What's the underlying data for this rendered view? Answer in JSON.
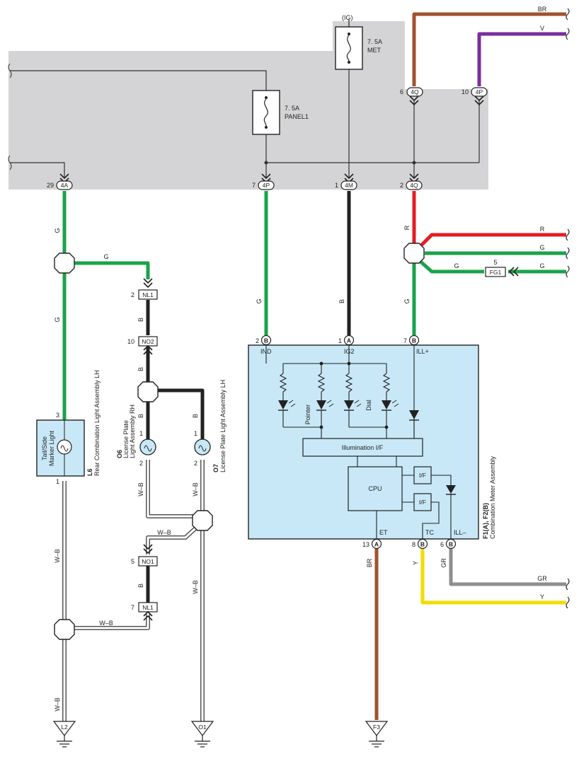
{
  "relay_box": {
    "fill": "#d4d4d6"
  },
  "fuses": {
    "met": {
      "ign": "(IG)",
      "rating": "7. 5A",
      "name": "MET"
    },
    "panel1": {
      "rating": "7. 5A",
      "name": "PANEL1"
    }
  },
  "connectors": {
    "c_4q_top": {
      "id": "4Q",
      "pin": "6"
    },
    "c_4p_top": {
      "id": "4P",
      "pin": "10"
    },
    "c_4a": {
      "id": "4A",
      "pin": "29"
    },
    "c_4p": {
      "id": "4P",
      "pin": "7"
    },
    "c_4m": {
      "id": "4M",
      "pin": "1"
    },
    "c_4q": {
      "id": "4Q",
      "pin": "2"
    },
    "nl1_top": {
      "id": "NL1",
      "pin": "2"
    },
    "no2": {
      "id": "NO2",
      "pin": "10"
    },
    "no1": {
      "id": "NO1",
      "pin": "5"
    },
    "nl1_bot": {
      "id": "NL1",
      "pin": "7"
    },
    "fg1": {
      "id": "FG1",
      "pin": "5"
    }
  },
  "wire_labels": {
    "br": "BR",
    "v": "V",
    "g": "G",
    "r": "R",
    "b": "B",
    "wb": "W–B",
    "y": "Y",
    "gr": "GR"
  },
  "meter": {
    "pins": {
      "ind": {
        "pin": "2",
        "id": "B",
        "label": "IND"
      },
      "ig2": {
        "pin": "1",
        "id": "A",
        "label": "IG2"
      },
      "ill_plus": {
        "pin": "7",
        "id": "B",
        "label": "ILL+"
      },
      "et": {
        "pin": "13",
        "id": "A",
        "label": "ET"
      },
      "tc": {
        "pin": "8",
        "id": "B",
        "label": "TC"
      },
      "ill_minus": {
        "pin": "6",
        "id": "B",
        "label": "ILL–"
      }
    },
    "pointer_label": "Pointer",
    "dial_label": "Dial",
    "illum_if": "Illumination I/F",
    "cpu": "CPU",
    "if_label": "I/F",
    "code": "F1(A), F2(B)",
    "name": "Combination Meter Assembly"
  },
  "rear_lamp": {
    "inner_label_1": "Tail/Side",
    "inner_label_2": "Marker Light",
    "code": "L6",
    "name": "Rear Combination Light Assembly LH",
    "pin_top": "3",
    "pin_bottom": "1"
  },
  "o6": {
    "code": "O6",
    "name_1": "License Plate",
    "name_2": "Light Assembly RH",
    "pin_top": "1",
    "pin_bottom": "2"
  },
  "o7": {
    "code": "O7",
    "name": "License Plate Light Assembly LH",
    "pin_top": "1",
    "pin_bottom": "2"
  },
  "grounds": {
    "l2": "L2",
    "o1": "O1",
    "f3": "F3"
  },
  "colors": {
    "green": "#1aa34a",
    "black": "#222222",
    "red": "#e31d24",
    "brown": "#a0522d",
    "violet": "#7a2e9e",
    "yellow": "#f2dd00",
    "gray": "#8e8e8e",
    "meter_fill": "#c8e8f7"
  }
}
